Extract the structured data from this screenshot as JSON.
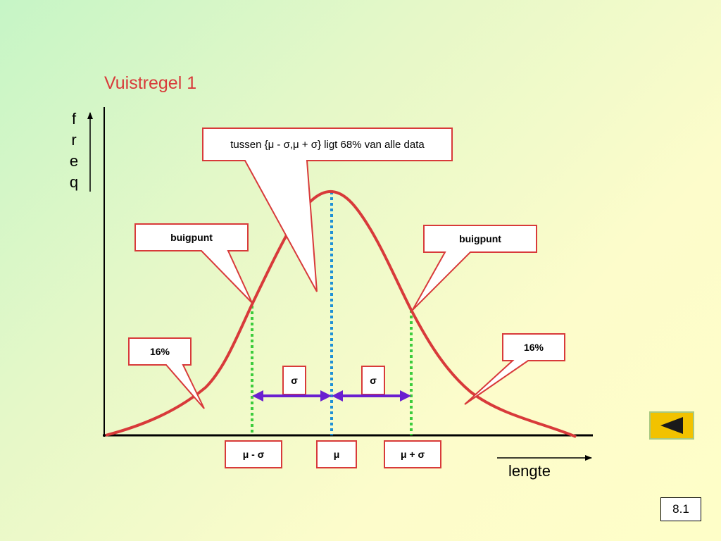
{
  "slide": {
    "title": "Vuistregel 1",
    "y_axis_label": [
      "f",
      "r",
      "e",
      "q"
    ],
    "x_axis_label": "lengte",
    "slide_number": "8.1"
  },
  "callouts": {
    "main": "tussen {μ - σ,μ + σ} ligt 68% van alle data",
    "inflection_left": "buigpunt",
    "inflection_right": "buigpunt",
    "tail_left": "16%",
    "tail_right": "16%",
    "sigma_left": "σ",
    "sigma_right": "σ"
  },
  "axis_markers": {
    "mu_minus_sigma": "μ - σ",
    "mu": "μ",
    "mu_plus_sigma": "μ + σ"
  },
  "colors": {
    "curve": "#d83a3a",
    "callout_border": "#d83a3a",
    "title": "#d83a3a",
    "mean_line": "#1e90d6",
    "sigma_lines": "#3ccc3c",
    "sigma_arrow": "#6a1fd0",
    "nav_button": "#f2c200"
  },
  "navigation": {
    "back_icon": "triangle-left-icon"
  }
}
